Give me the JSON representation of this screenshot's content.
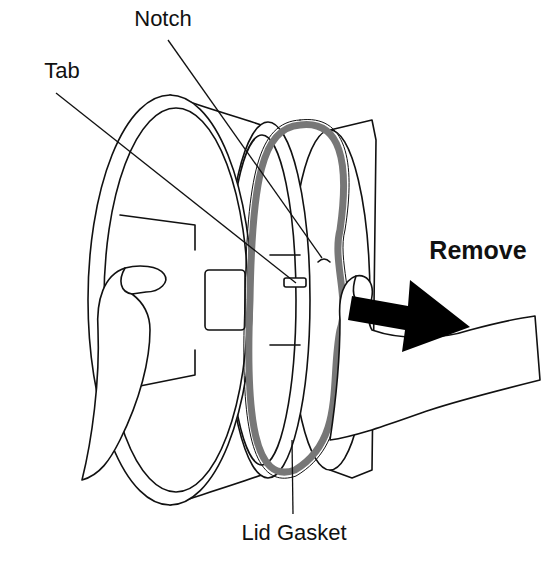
{
  "diagram": {
    "labels": [
      "Notch",
      "Tab",
      "Remove",
      "Lid Gasket"
    ]
  }
}
